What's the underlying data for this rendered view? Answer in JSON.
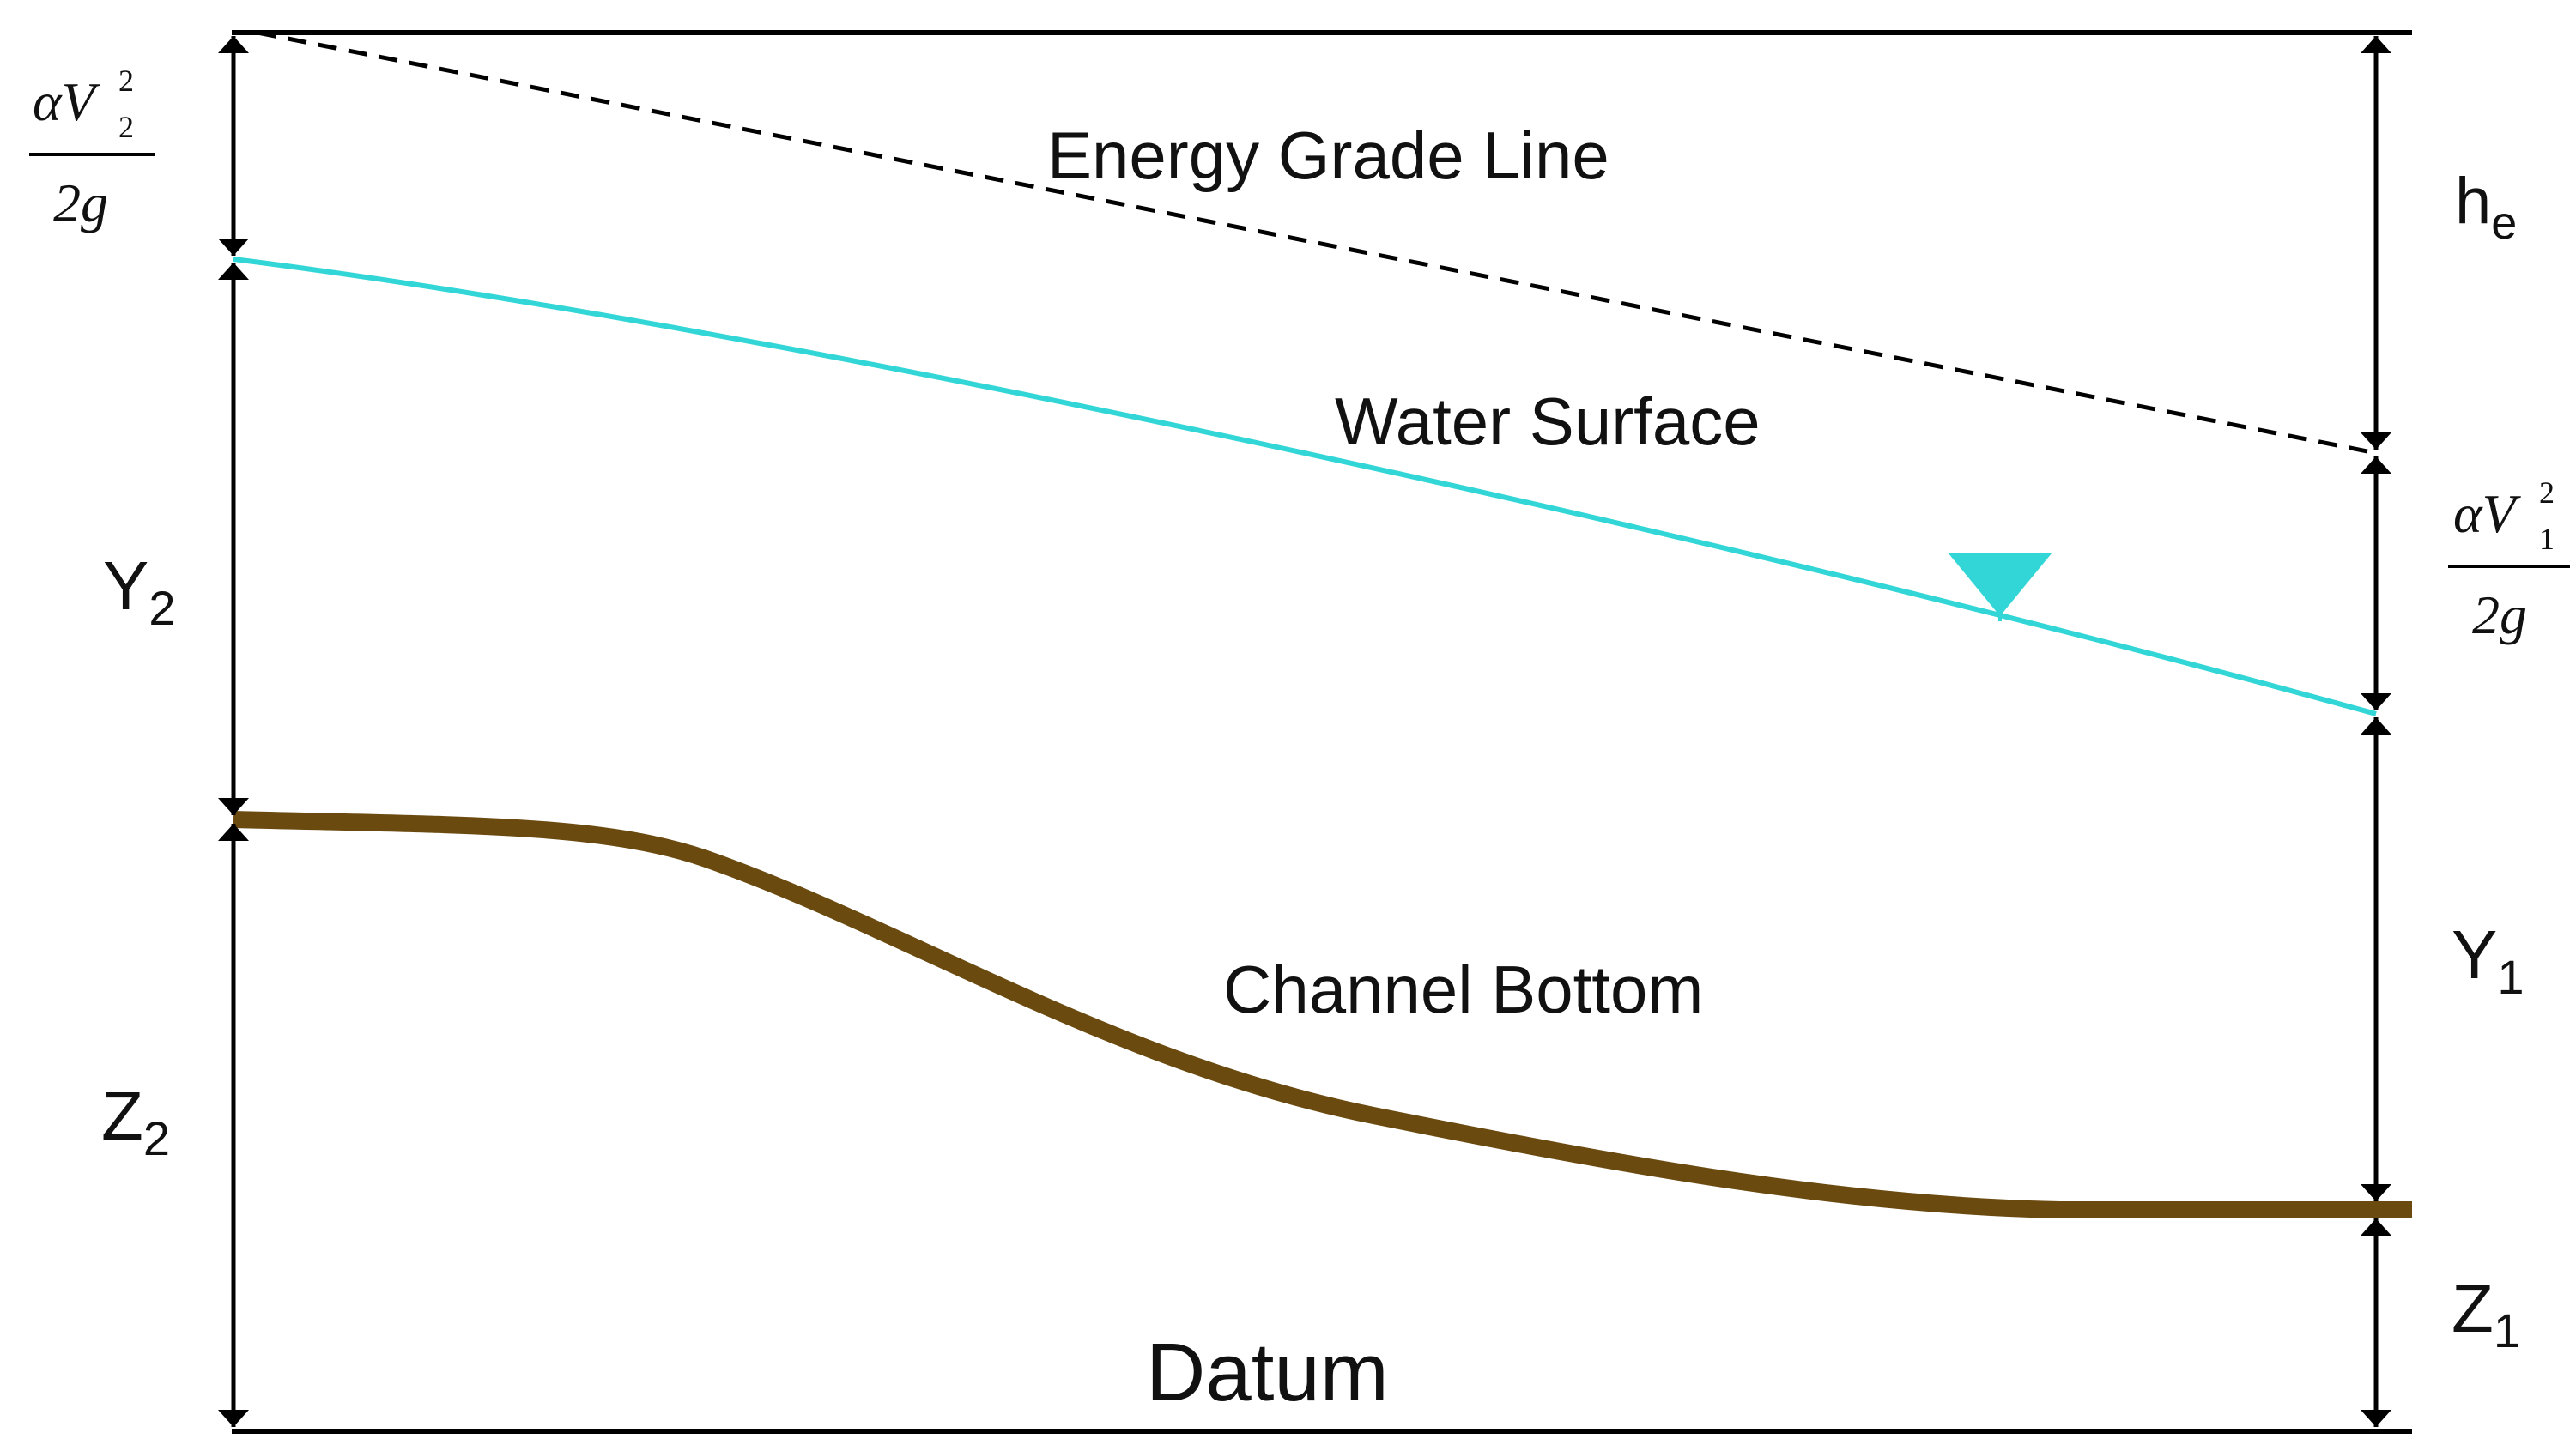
{
  "diagram": {
    "labels": {
      "energy_grade_line": "Energy Grade Line",
      "water_surface": "Water Surface",
      "channel_bottom": "Channel Bottom",
      "datum": "Datum"
    },
    "left_dimensions": {
      "velocity_head": {
        "alpha": "α",
        "V": "V",
        "sub": "2",
        "sup": "2",
        "denominator": "2g"
      },
      "depth": {
        "symbol": "Y",
        "sub": "2"
      },
      "elevation": {
        "symbol": "Z",
        "sub": "2"
      }
    },
    "right_dimensions": {
      "head_loss": {
        "symbol": "h",
        "sub": "e"
      },
      "velocity_head": {
        "alpha": "α",
        "V": "V",
        "sub": "1",
        "sup": "2",
        "denominator": "2g"
      },
      "depth": {
        "symbol": "Y",
        "sub": "1"
      },
      "elevation": {
        "symbol": "Z",
        "sub": "1"
      }
    },
    "colors": {
      "water_surface": "#33d6d6",
      "channel_bottom": "#6b4a10",
      "lines": "#000000"
    }
  }
}
